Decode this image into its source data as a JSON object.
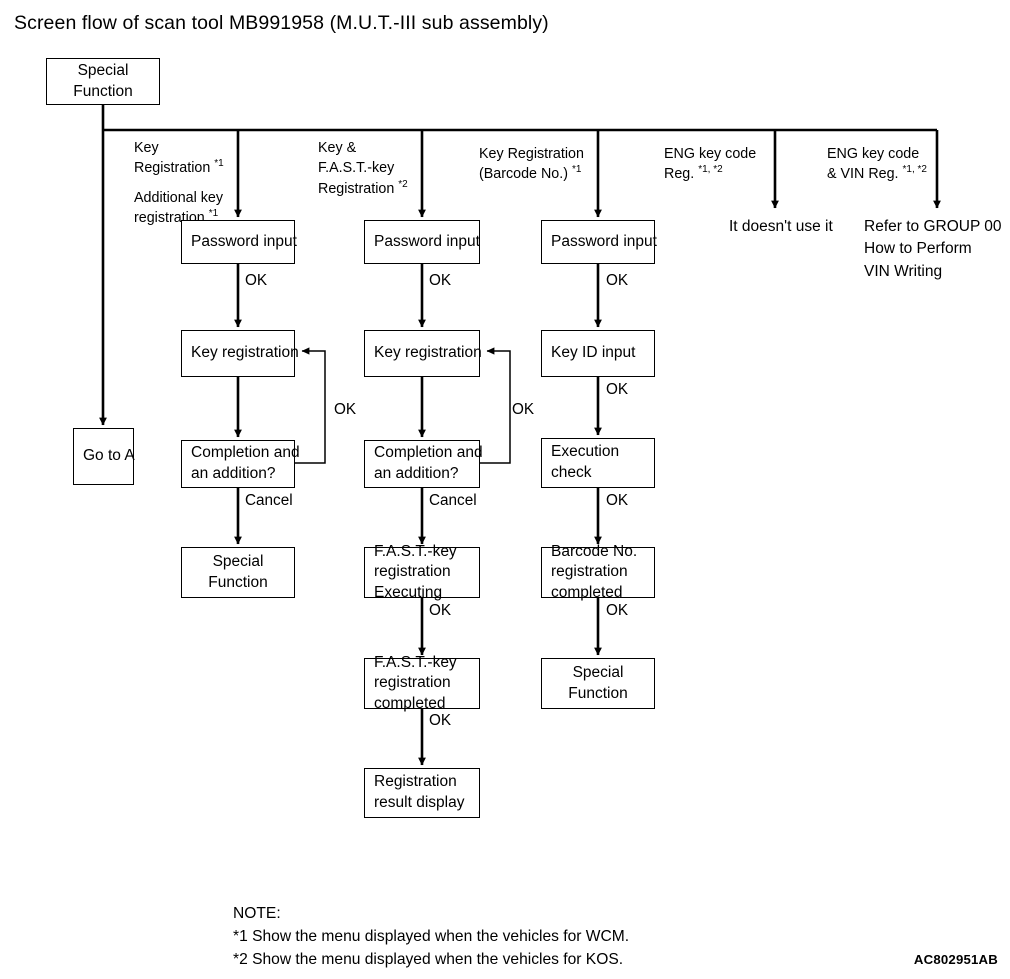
{
  "title": "Screen flow of scan tool MB991958 (M.U.T.-III sub assembly)",
  "figure_id": "AC802951AB",
  "root": {
    "line1": "Special",
    "line2": "Function"
  },
  "go_to_a": {
    "label": "Go to A"
  },
  "branches": [
    {
      "id": "key-registration",
      "line1": "Key",
      "line2": "Registration",
      "line2_fn": "*1",
      "line3": "Additional key",
      "line4": "registration",
      "line4_fn": "*1"
    },
    {
      "id": "key-and-fast-key-registration",
      "line1": "Key &",
      "line2": "F.A.S.T.-key",
      "line3": "Registration",
      "line3_fn": "*2"
    },
    {
      "id": "key-registration-barcode-no",
      "line1": "Key Registration",
      "line2": "(Barcode No.)",
      "line2_fn": "*1"
    },
    {
      "id": "eng-key-code-reg",
      "line1": "ENG key code",
      "line2": "Reg.",
      "line2_fn": "*1, *2"
    },
    {
      "id": "eng-key-code-and-vin-reg",
      "line1": "ENG key code",
      "line2": "& VIN Reg.",
      "line2_fn": "*1, *2"
    }
  ],
  "column1": {
    "nodes": [
      {
        "id": "password-input",
        "lines": [
          "Password input"
        ],
        "align": "left"
      },
      {
        "id": "key-registration",
        "lines": [
          "Key registration"
        ],
        "align": "left"
      },
      {
        "id": "completion-and-an-addition",
        "lines": [
          "Completion and",
          "an addition?"
        ],
        "align": "left"
      },
      {
        "id": "special-function",
        "lines": [
          "Special",
          "Function"
        ],
        "align": "center"
      }
    ],
    "edges": [
      "OK",
      "Cancel"
    ],
    "loop_label": "OK"
  },
  "column2": {
    "nodes": [
      {
        "id": "password-input",
        "lines": [
          "Password input"
        ],
        "align": "left"
      },
      {
        "id": "key-registration",
        "lines": [
          "Key registration"
        ],
        "align": "left"
      },
      {
        "id": "completion-and-an-addition",
        "lines": [
          "Completion and",
          "an addition?"
        ],
        "align": "left"
      },
      {
        "id": "fast-key-registration-executing",
        "lines": [
          "F.A.S.T.-key",
          "registration",
          "Executing"
        ],
        "align": "left"
      },
      {
        "id": "fast-key-registration-completed",
        "lines": [
          "F.A.S.T.-key",
          "registration",
          "completed"
        ],
        "align": "left"
      },
      {
        "id": "registration-result-display",
        "lines": [
          "Registration",
          "result display"
        ],
        "align": "left"
      }
    ],
    "edges": [
      "OK",
      "Cancel",
      "OK",
      "OK"
    ],
    "loop_label": "OK"
  },
  "column3": {
    "nodes": [
      {
        "id": "password-input",
        "lines": [
          "Password input"
        ],
        "align": "left"
      },
      {
        "id": "key-id-input",
        "lines": [
          "Key ID input"
        ],
        "align": "left"
      },
      {
        "id": "execution-check",
        "lines": [
          "Execution",
          "check"
        ],
        "align": "left"
      },
      {
        "id": "barcode-no-registration-completed",
        "lines": [
          "Barcode No.",
          "registration",
          "completed"
        ],
        "align": "left"
      },
      {
        "id": "special-function",
        "lines": [
          "Special",
          "Function"
        ],
        "align": "center"
      }
    ],
    "edges": [
      "OK",
      "OK",
      "OK",
      "OK"
    ]
  },
  "column4": {
    "text": "It doesn't use it"
  },
  "column5": {
    "line1": "Refer to GROUP 00",
    "line2": "How to Perform",
    "line3": "VIN Writing"
  },
  "note": {
    "heading": "NOTE:",
    "line1": "*1 Show the menu displayed when the vehicles for WCM.",
    "line2": "*2 Show the menu displayed when the vehicles for KOS."
  }
}
